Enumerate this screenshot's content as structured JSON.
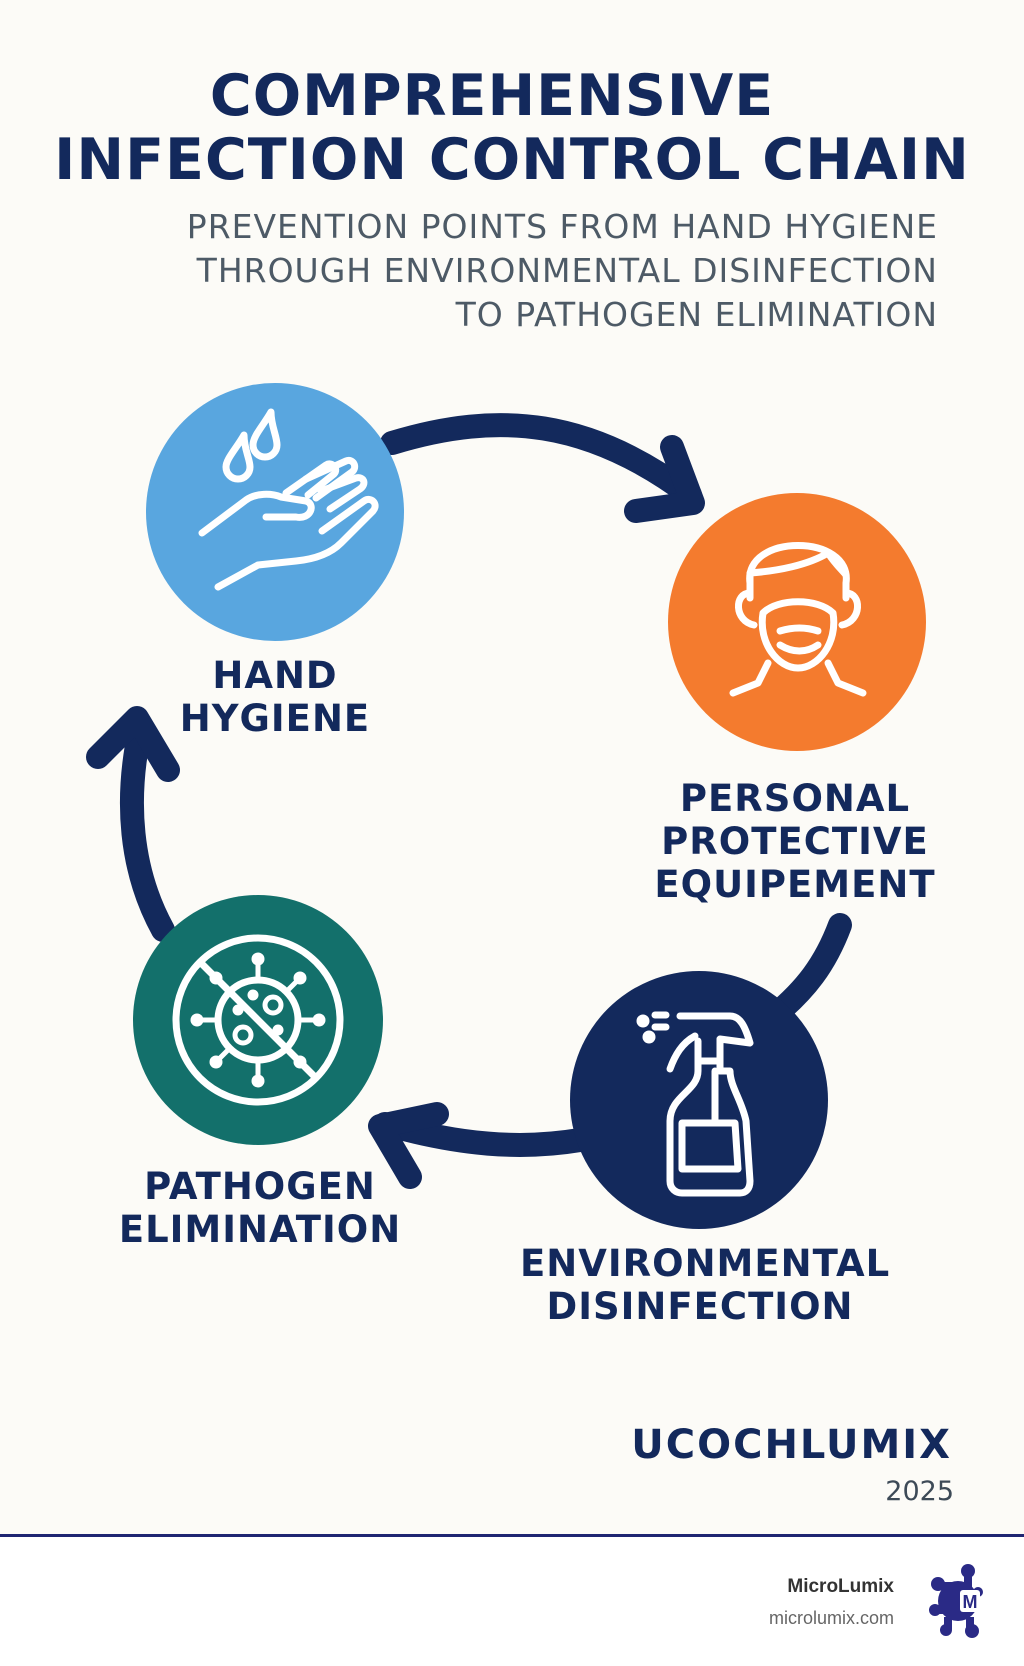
{
  "header": {
    "title_line1": "COMPREHENSIVE",
    "title_line2": "INFECTION CONTROL CHAIN",
    "subtitle_lines": [
      "PREVENTION POINTS FROM HAND HYGIENE",
      "THROUGH ENVIRONMENTAL DISINFECTION",
      "TO PATHOGEN ELIMINATION"
    ]
  },
  "cycle": {
    "steps": [
      {
        "label_lines": [
          "HAND",
          "HYGIENE"
        ],
        "icon": "hand-water-drops-icon",
        "color": "#59a6df"
      },
      {
        "label_lines": [
          "PERSONAL",
          "PROTECTIVE",
          "EQUIPEMENT"
        ],
        "icon": "face-mask-icon",
        "color": "#f47b2e"
      },
      {
        "label_lines": [
          "ENVIRONMENTAL",
          "DISINFECTION"
        ],
        "icon": "spray-bottle-icon",
        "color": "#13295c"
      },
      {
        "label_lines": [
          "PATHOGEN",
          "ELIMINATION"
        ],
        "icon": "no-virus-icon",
        "color": "#13706b"
      }
    ],
    "arrow_color": "#13295c"
  },
  "branding": {
    "wordmark": "UCOCHLUMIX",
    "year": "2025"
  },
  "footer": {
    "company_name": "MicroLumix",
    "url": "microlumix.com",
    "logo_letter": "M",
    "divider_color": "#1f2672"
  }
}
